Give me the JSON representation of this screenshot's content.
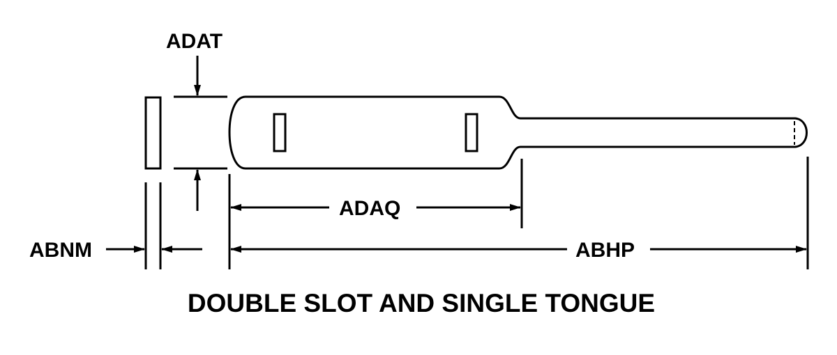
{
  "labels": {
    "thickness": "ADAT",
    "tongue_width": "ABNM",
    "slot_section_length": "ADAQ",
    "overall_length": "ABHP"
  },
  "caption": "DOUBLE SLOT AND SINGLE TONGUE"
}
